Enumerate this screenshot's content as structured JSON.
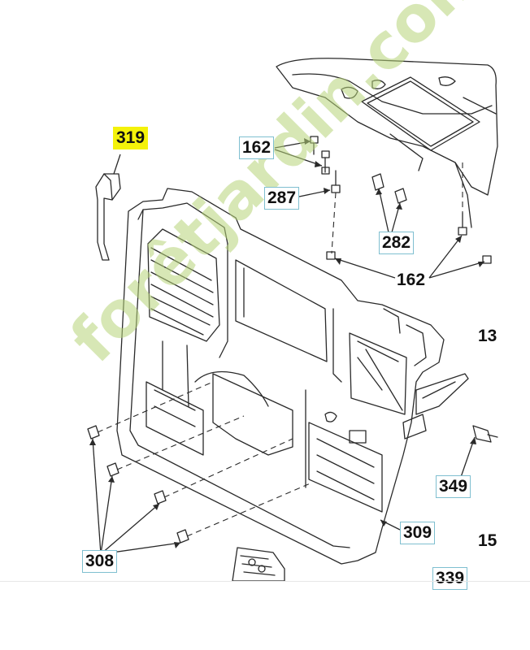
{
  "labels": {
    "p319": "319",
    "p162a": "162",
    "p287": "287",
    "p282": "282",
    "p162b": "162",
    "p349": "349",
    "p309": "309",
    "p308": "308",
    "p339": "339",
    "p13": "13",
    "p15": "15"
  },
  "watermark": "forêtjardin.com",
  "colors": {
    "highlight": "#f4f20a",
    "label_border": "#7fbfd0",
    "line": "#2a2a2a",
    "watermark": "#b6d478"
  }
}
